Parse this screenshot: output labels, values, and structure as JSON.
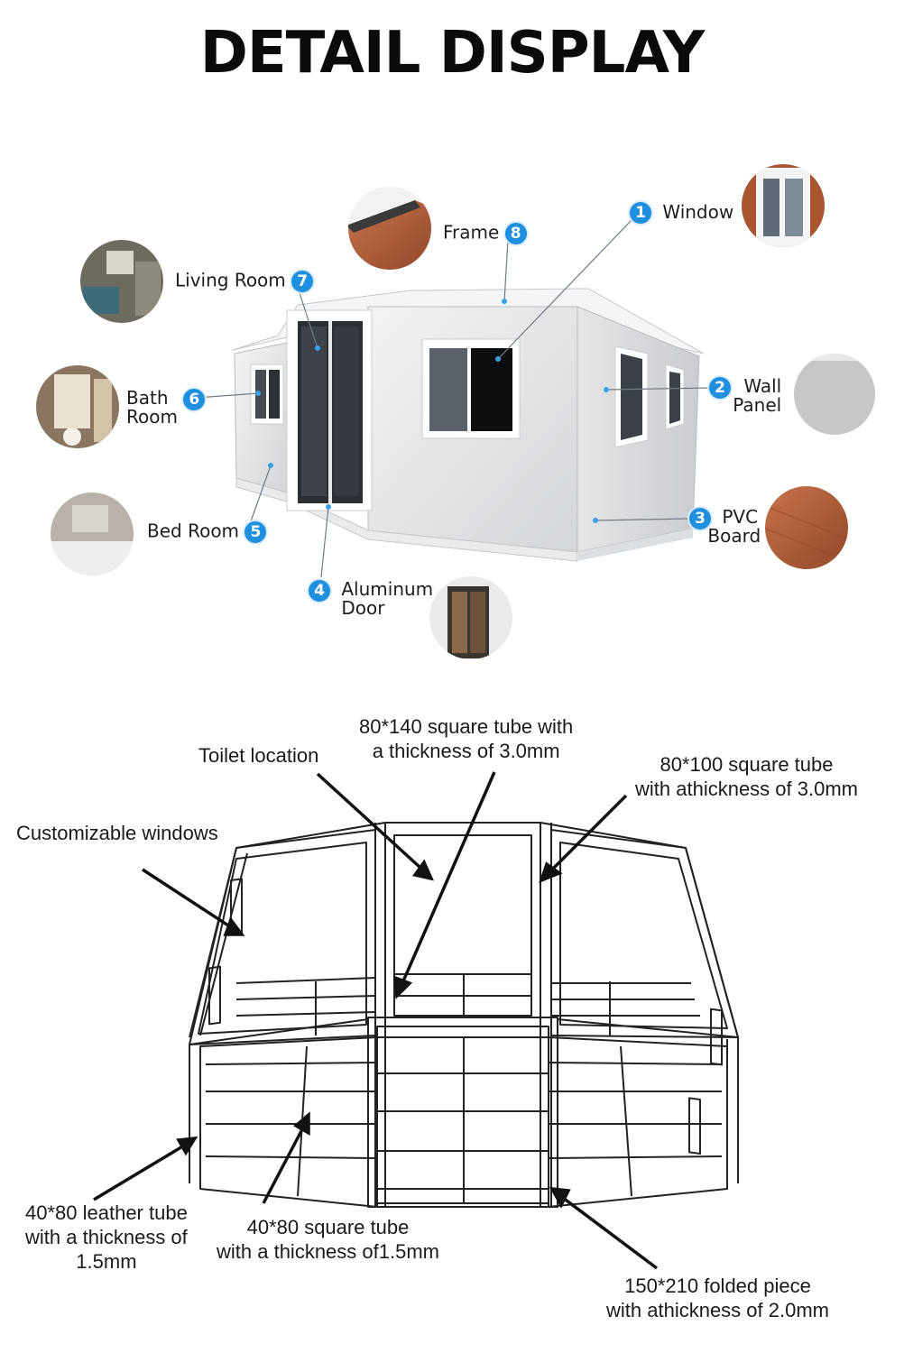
{
  "header": {
    "title": "DETAIL DISPLAY"
  },
  "callouts": [
    {
      "num": "1",
      "label": "Window",
      "icon": "window-thumbnail"
    },
    {
      "num": "2",
      "label_line1": "Wall",
      "label_line2": "Panel",
      "icon": "wall-panel-thumbnail"
    },
    {
      "num": "3",
      "label_line1": "PVC",
      "label_line2": "Board",
      "icon": "pvc-board-thumbnail"
    },
    {
      "num": "4",
      "label_line1": "Aluminum",
      "label_line2": "Door",
      "icon": "aluminum-door-thumbnail"
    },
    {
      "num": "5",
      "label": "Bed Room",
      "icon": "bed-room-thumbnail"
    },
    {
      "num": "6",
      "label_line1": "Bath",
      "label_line2": "Room",
      "icon": "bath-room-thumbnail"
    },
    {
      "num": "7",
      "label": "Living Room",
      "icon": "living-room-thumbnail"
    },
    {
      "num": "8",
      "label": "Frame",
      "icon": "frame-thumbnail"
    }
  ],
  "frame_annotations": {
    "tube_80x140": {
      "line1": "80*140 square tube with",
      "line2": "a thickness of 3.0mm"
    },
    "toilet": {
      "line1": "Toilet location"
    },
    "tube_80x100": {
      "line1": "80*100 square tube",
      "line2": "with athickness of 3.0mm"
    },
    "windows": {
      "line1": "Customizable windows"
    },
    "leather_tube": {
      "line1": "40*80 leather tube",
      "line2": "with a thickness of",
      "line3": "1.5mm"
    },
    "square_tube_40x80": {
      "line1": "40*80 square tube",
      "line2": "with a thickness of1.5mm"
    },
    "folded_piece": {
      "line1": "150*210 folded piece",
      "line2": "with athickness of 2.0mm"
    }
  },
  "colors": {
    "callout_blue": "#1f8fe0",
    "wall_grey": "#e6e8ea",
    "pvc_brown": "#b5623f"
  }
}
